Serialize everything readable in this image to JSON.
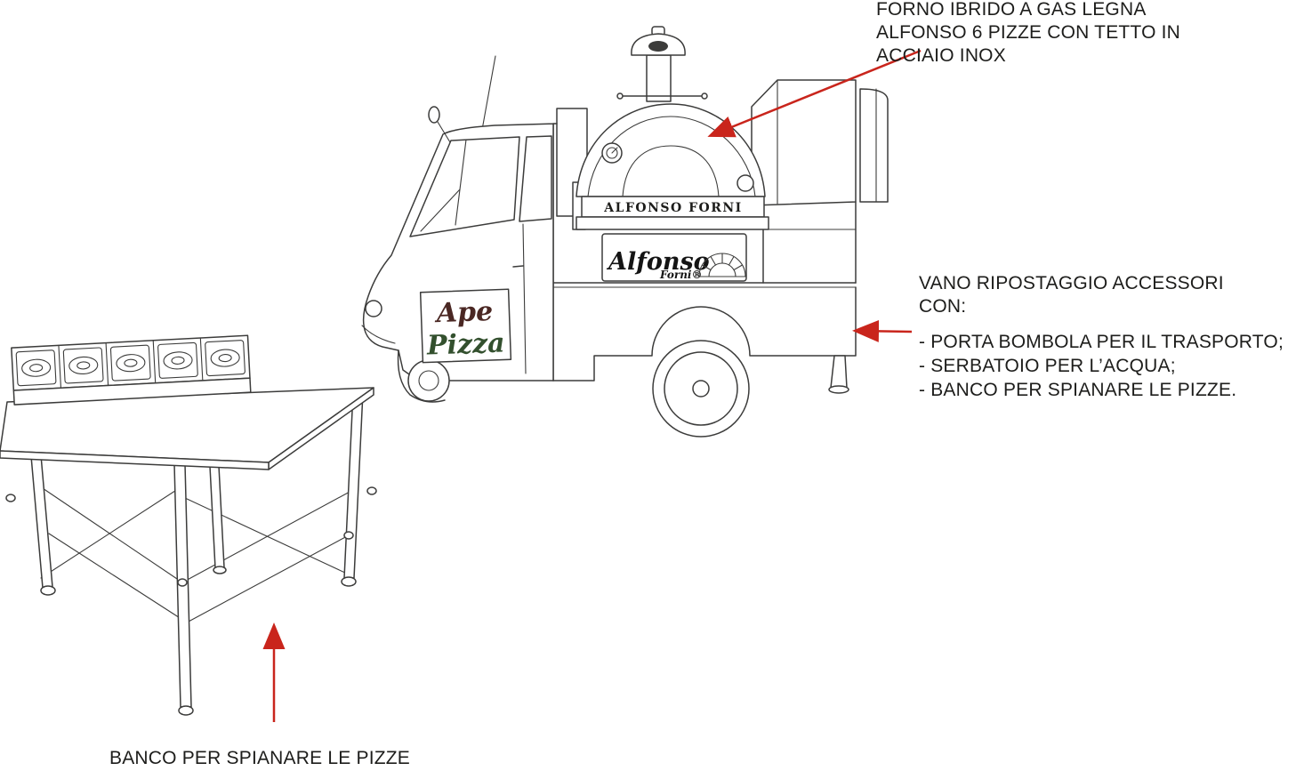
{
  "colors": {
    "arrow": "#c9251c",
    "line": "#3c3c3b",
    "ape_text": "#4a2723",
    "pizza_text": "#33502e"
  },
  "annotations": {
    "oven": {
      "lines": [
        "FORNO IBRIDO A GAS LEGNA",
        "ALFONSO 6 PIZZE CON TETTO IN",
        "ACCIAIO INOX"
      ]
    },
    "storage": {
      "title_lines": [
        "VANO RIPOSTAGGIO ACCESSORI",
        "CON:"
      ],
      "items": [
        "- PORTA BOMBOLA PER IL TRASPORTO;",
        "- SERBATOIO PER L’ACQUA;",
        "- BANCO PER SPIANARE LE PIZZE."
      ]
    },
    "table": {
      "label": "BANCO PER SPIANARE LE PIZZE"
    }
  },
  "drawing": {
    "oven_band_label": "ALFONSO FORNI",
    "logo_main": "Alfonso",
    "logo_sub": "Forni®",
    "door_sign": {
      "line1": "Ape",
      "line2": "Pizza"
    }
  }
}
